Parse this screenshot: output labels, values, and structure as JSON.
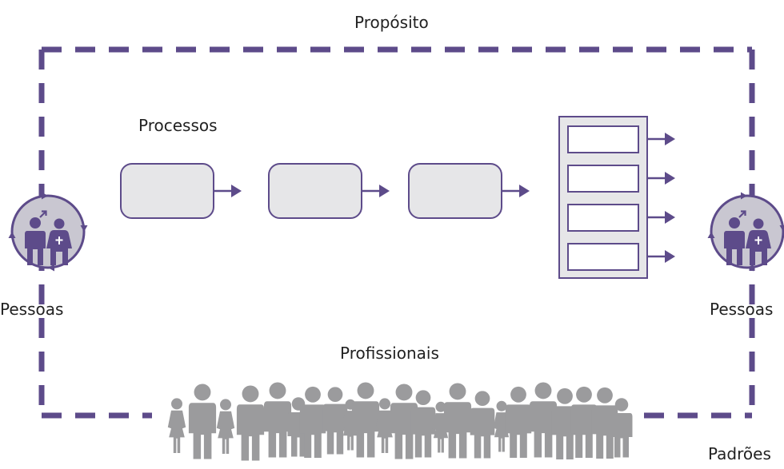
{
  "labels": {
    "purpose": "Propósito",
    "processes": "Processos",
    "people_left": "Pessoas",
    "people_right": "Pessoas",
    "professionals": "Profissionais",
    "standards": "Padrões"
  },
  "process_steps": 3,
  "output_rows": 4,
  "colors": {
    "accent": "#5d4b8a",
    "box_fill": "#e6e6e8",
    "circle_fill": "#c9c7d1",
    "silhouette": "#9b9b9d"
  },
  "icons": {
    "people_left": "male-female-cycle-icon",
    "people_right": "male-female-cycle-icon",
    "crowd": "crowd-silhouette-icon"
  }
}
